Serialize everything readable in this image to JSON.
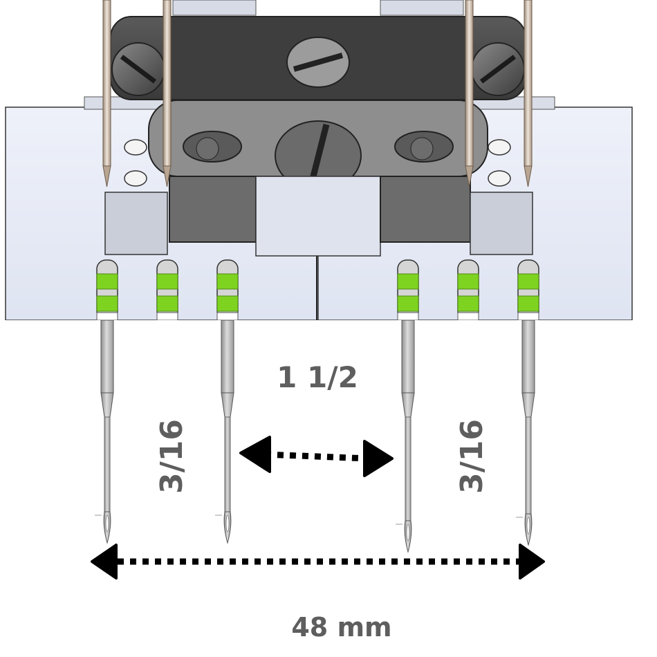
{
  "labels": {
    "center_spacing": "1 1/2",
    "left_spacing": "3/16",
    "right_spacing": "3/16",
    "total_width": "48 mm"
  },
  "colors": {
    "plate": "#e8ecf6",
    "dark_part": "#4a4a4a",
    "metal": "#c9c9c9",
    "thread_green": "#7ed321",
    "arrow": "#000000",
    "label_text": "#5e5e5e"
  },
  "needle_count": 6
}
